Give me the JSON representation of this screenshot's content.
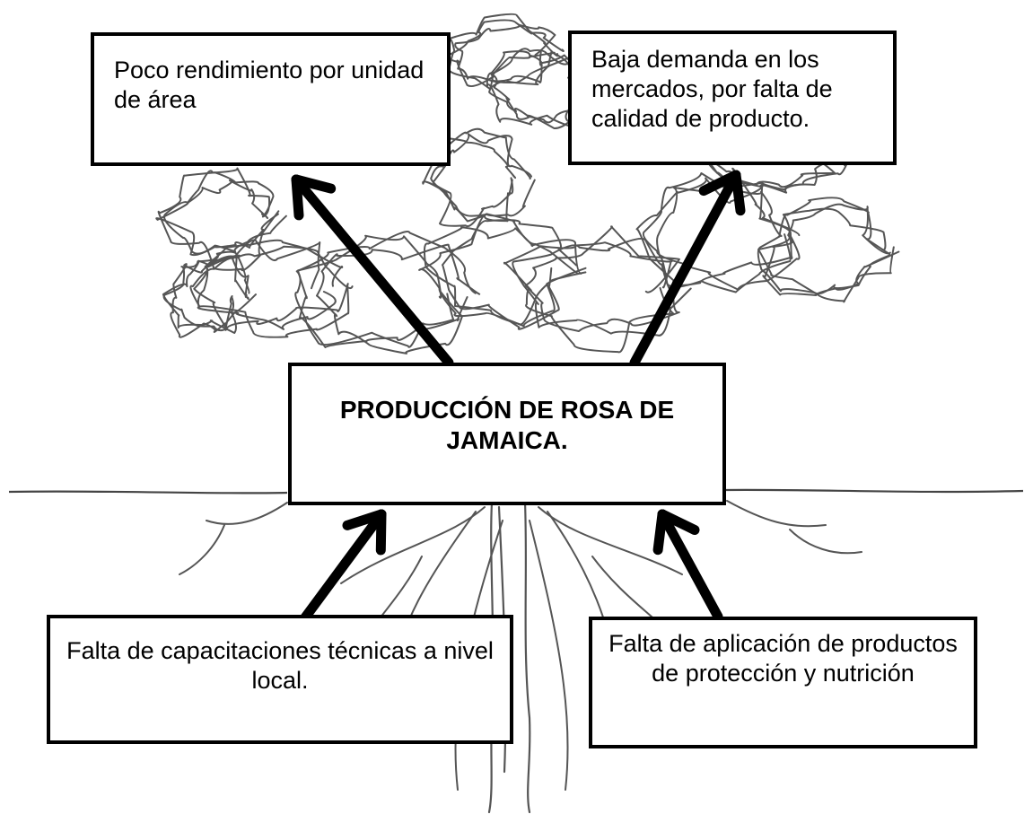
{
  "diagram": {
    "effects": [
      "Poco rendimiento por unidad de área",
      "Baja demanda en los mercados, por falta de calidad de producto."
    ],
    "central_problem": "PRODUCCIÓN DE ROSA DE JAMAICA.",
    "causes": [
      "Falta de capacitaciones técnicas a nivel local.",
      "Falta de aplicación de productos de protección y nutrición"
    ]
  },
  "colors": {
    "line": "#000000",
    "sketch": "#555555",
    "background": "#ffffff"
  }
}
